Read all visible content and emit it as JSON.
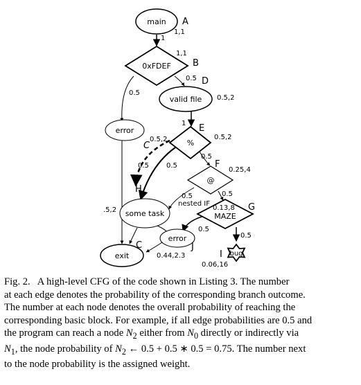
{
  "nodes": {
    "main": "main",
    "oxfdef": "0xFDEF",
    "valid_file": "valid file",
    "percent": "%",
    "at": "@",
    "maze": "MAZE",
    "error_left": "error",
    "error_bottom": "error",
    "some_task": "some task",
    "exit": "exit",
    "bug": "bug"
  },
  "node_letters": {
    "A": "A",
    "B": "B",
    "C_top": "C",
    "C_bottom": "C",
    "D": "D",
    "E": "E",
    "F": "F",
    "G": "G",
    "H": "H",
    "I": "I",
    "J": "J"
  },
  "node_probabilities": {
    "main": "1,1",
    "oxfdef": "1,1",
    "valid_file": "0.5,2",
    "percent": "0.5,2",
    "percent_left": "0.5,2",
    "at": "0.25,4",
    "maze": "0.13,8",
    "some_task": ".5,2",
    "error_bottom": "0.44,2.3",
    "bug": "0.06,16"
  },
  "edge_labels": {
    "main_to_oxfdef": "1",
    "oxfdef_to_error": "0.5",
    "oxfdef_to_valid": "0.5",
    "valid_to_percent": "1",
    "percent_dashed": "0.5",
    "percent_to_task": "0.5",
    "percent_to_at": "0.5",
    "at_to_task": "0.5",
    "at_to_maze": "0.5",
    "maze_to_error": "0.5",
    "maze_to_bug": "0.5"
  },
  "annotations": {
    "nested_if": "nested IF"
  },
  "caption": {
    "label": "Fig. 2.",
    "line1": "A high-level CFG of the code shown in Listing 3. The number",
    "line2": "at each edge denotes the probability of the corresponding branch outcome.",
    "line3": "The number at each node denotes the overall probability of reaching the",
    "line4": "corresponding basic block. For example, if all edge probabilities are 0.5 and",
    "line5a": "the program can reach a node ",
    "n2a": "N",
    "sub2a": "2",
    "line5b": " either from ",
    "n0": "N",
    "sub0": "0",
    "line5c": " directly or indirectly via",
    "n1": "N",
    "sub1": "1",
    "line6a": ", the node probability of ",
    "n2b": "N",
    "sub2b": "2",
    "line6b": " ← 0.5 + 0.5 ∗ 0.5 = 0.75. The number next",
    "line7": "to the node probability is the assigned weight."
  }
}
